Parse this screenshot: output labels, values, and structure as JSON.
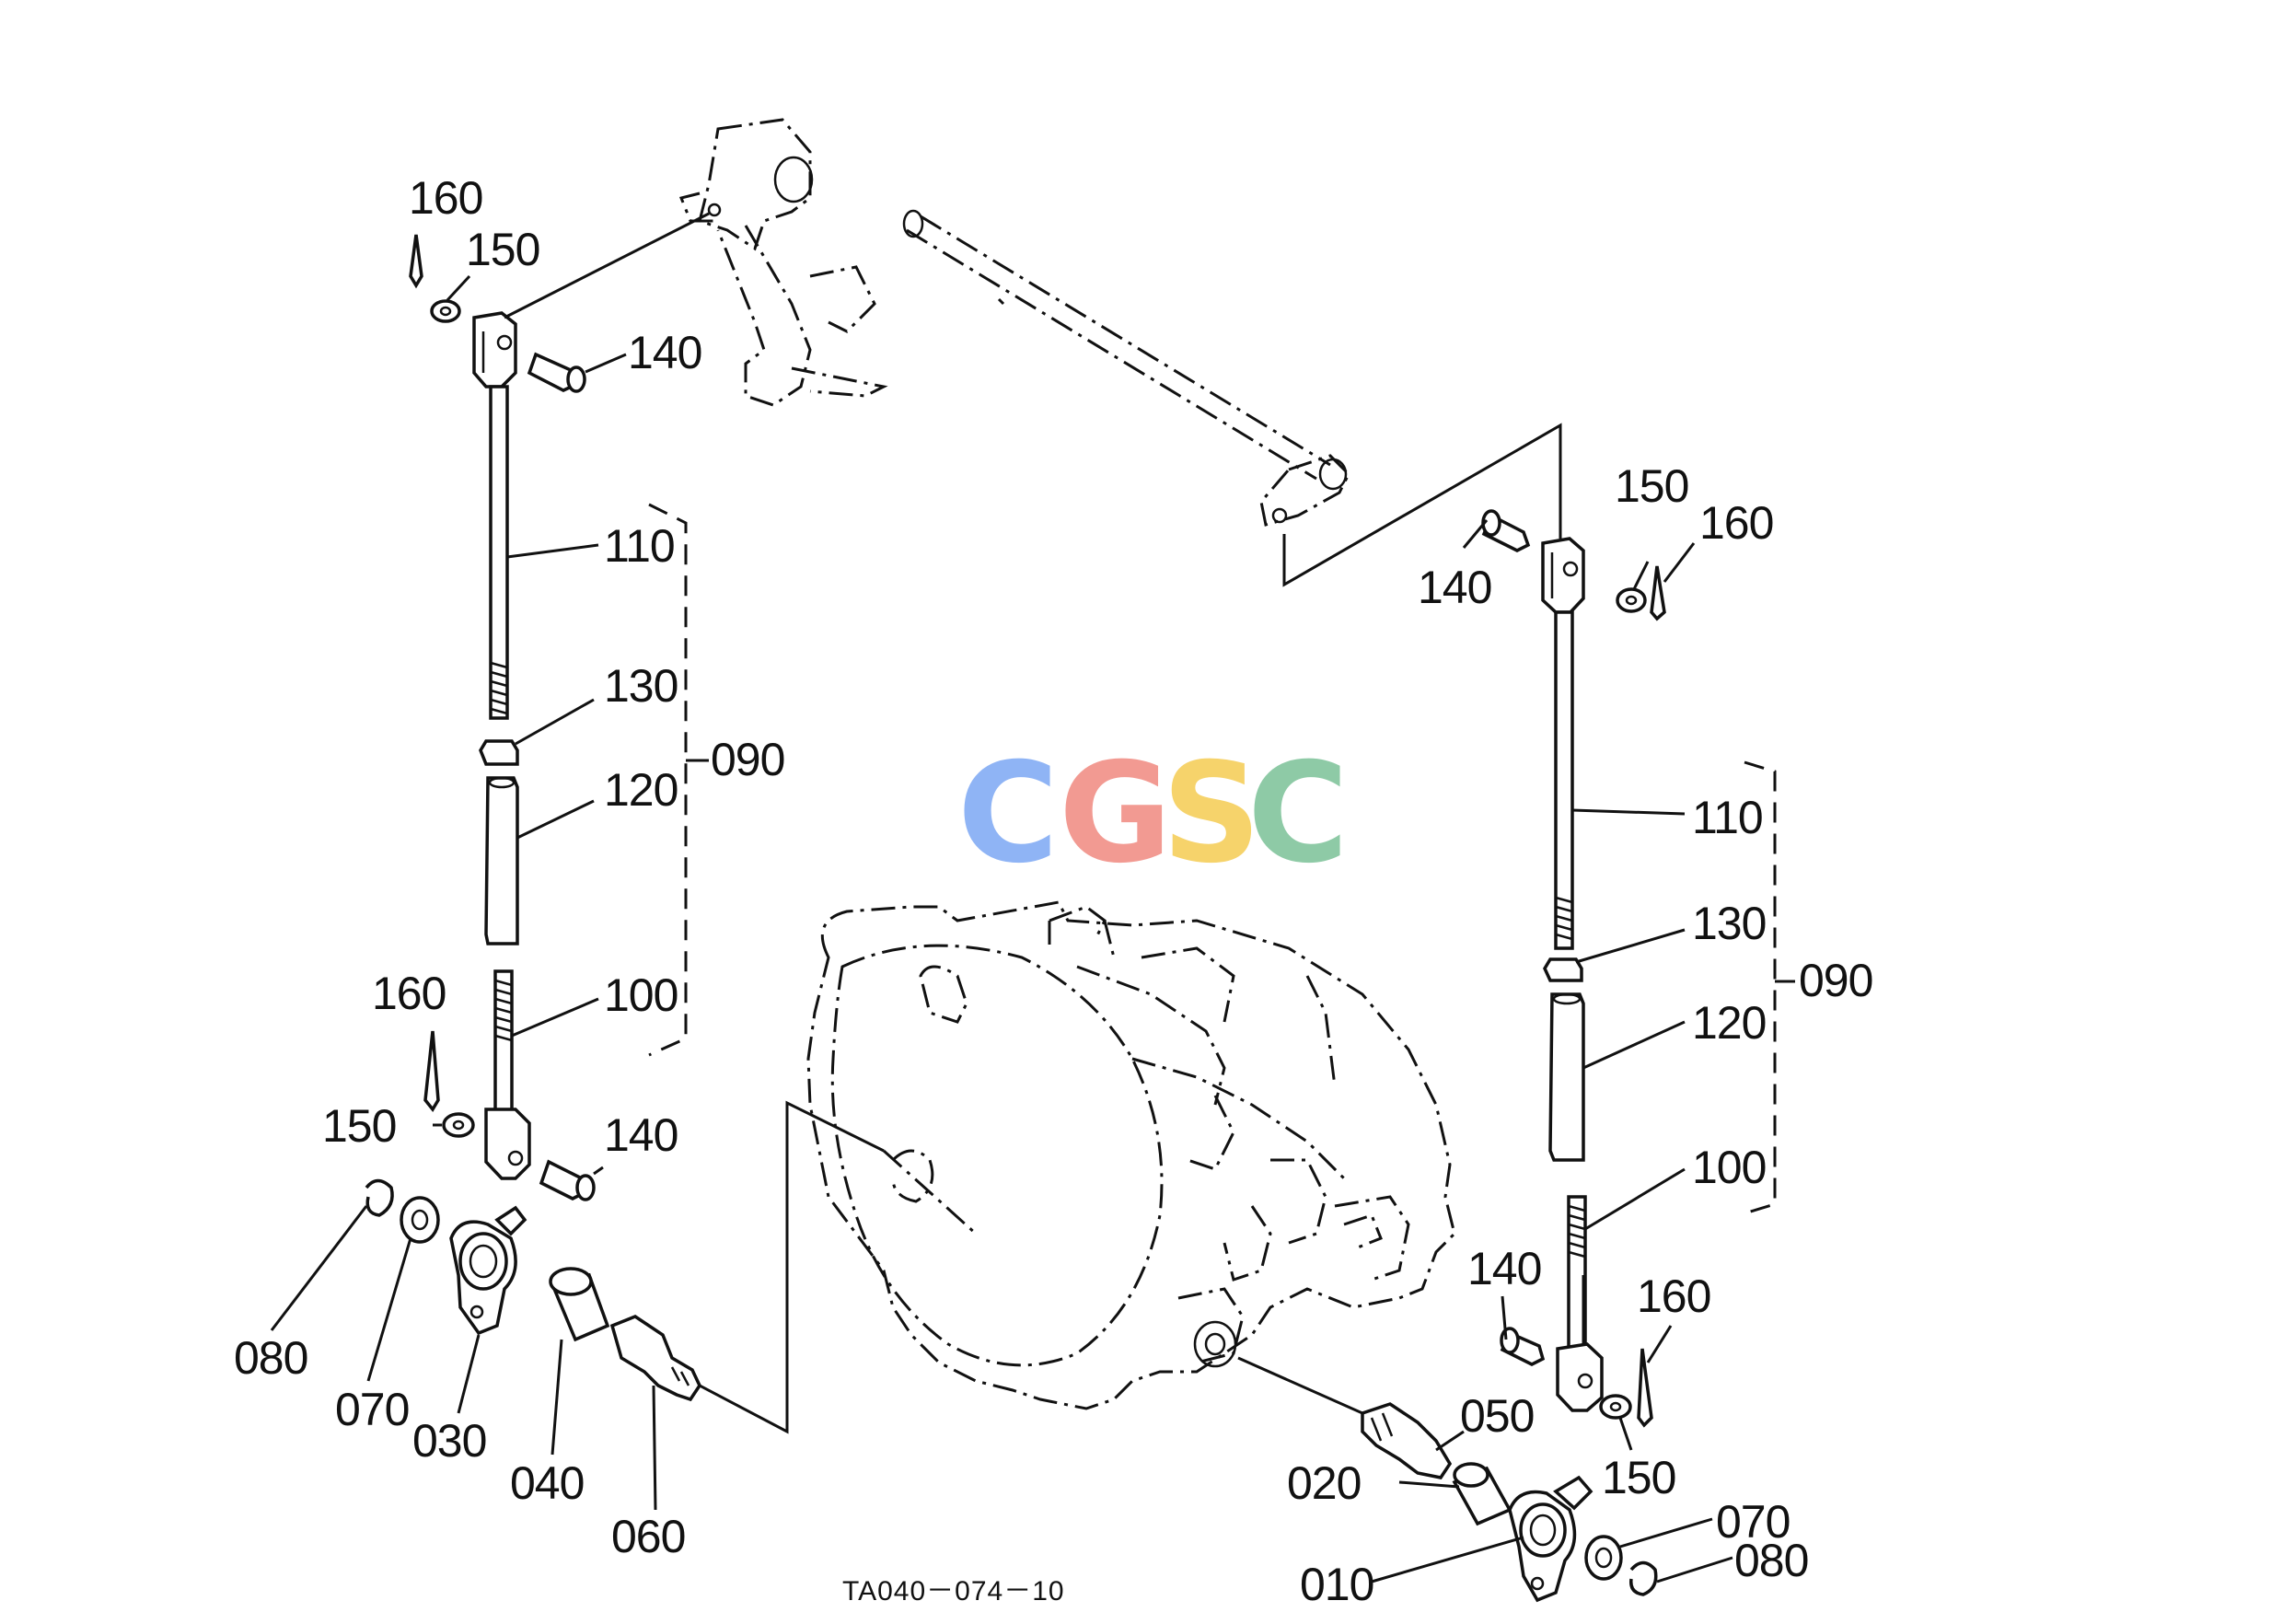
{
  "labels": {
    "l160a": "160",
    "l150a": "150",
    "l140a": "140",
    "l110a": "110",
    "l130a": "130",
    "l120a": "120",
    "l090a": "090",
    "l100a": "100",
    "l160b": "160",
    "l150b": "150",
    "l140b": "140",
    "l080a": "080",
    "l070a": "070",
    "l030": "030",
    "l040": "040",
    "l060": "060",
    "l150c": "150",
    "l160c": "160",
    "l140c": "140",
    "l110b": "110",
    "l130b": "130",
    "l120b": "120",
    "l090b": "090",
    "l100b": "100",
    "l140d": "140",
    "l160d": "160",
    "l050": "050",
    "l150d": "150",
    "l020": "020",
    "l070b": "070",
    "l080b": "080",
    "l010": "010"
  },
  "code": "TA040－074－10",
  "logo": {
    "letters": [
      "C",
      "G",
      "S",
      "C"
    ],
    "colors": [
      "#8fb4f5",
      "#f29a92",
      "#f6d36b",
      "#8ecaa6"
    ]
  }
}
